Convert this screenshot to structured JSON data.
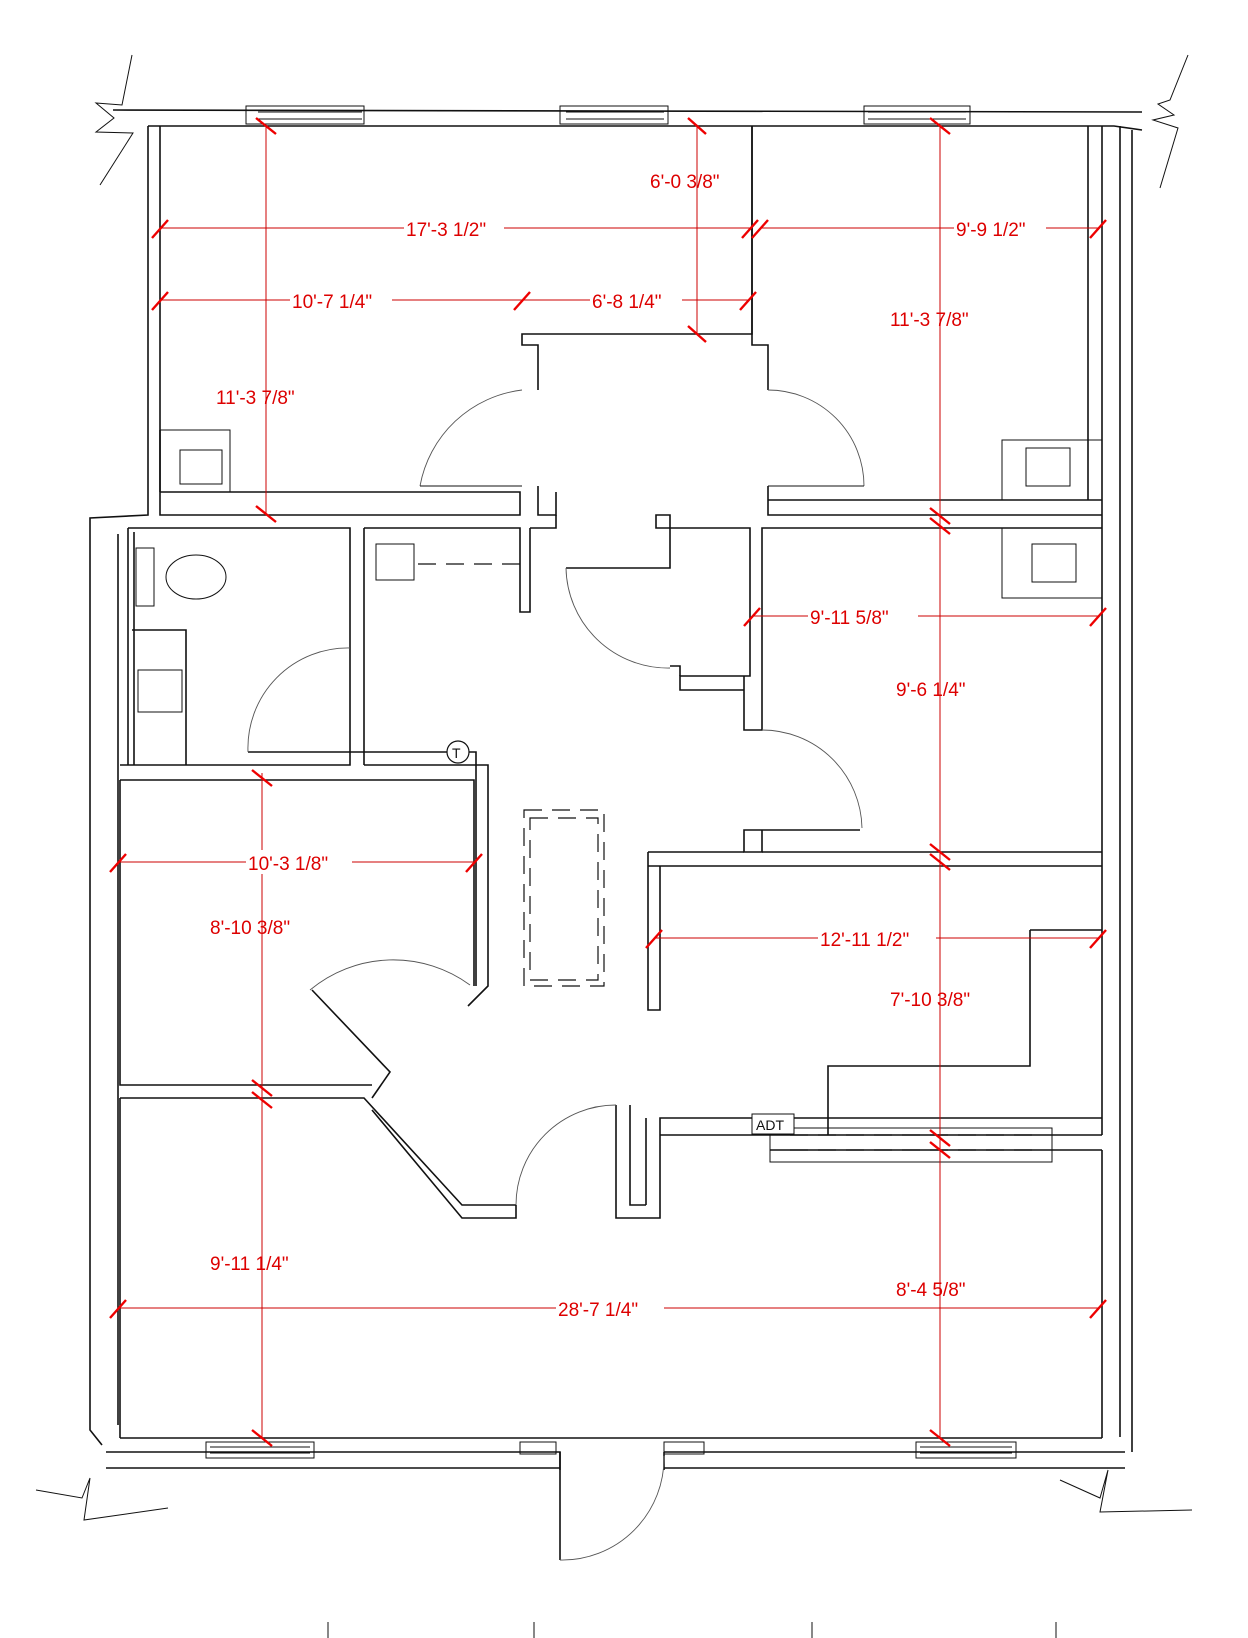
{
  "labels": {
    "thermostat": "T",
    "adt_panel": "ADT"
  },
  "colors": {
    "dimension": "#dd0000",
    "wall": "#111111"
  },
  "dimensions": [
    {
      "id": "dim-17-3-1-2",
      "text": "17'-3 1/2\""
    },
    {
      "id": "dim-9-9-1-2",
      "text": "9'-9 1/2\""
    },
    {
      "id": "dim-6-0-3-8",
      "text": "6'-0 3/8\""
    },
    {
      "id": "dim-10-7-1-4",
      "text": "10'-7 1/4\""
    },
    {
      "id": "dim-6-8-1-4",
      "text": "6'-8 1/4\""
    },
    {
      "id": "dim-11-3-7-8-a",
      "text": "11'-3 7/8\""
    },
    {
      "id": "dim-11-3-7-8-b",
      "text": "11'-3 7/8\""
    },
    {
      "id": "dim-9-11-5-8",
      "text": "9'-11 5/8\""
    },
    {
      "id": "dim-9-6-1-4",
      "text": "9'-6 1/4\""
    },
    {
      "id": "dim-10-3-1-8",
      "text": "10'-3 1/8\""
    },
    {
      "id": "dim-8-10-3-8",
      "text": "8'-10 3/8\""
    },
    {
      "id": "dim-12-11-1-2",
      "text": "12'-11 1/2\""
    },
    {
      "id": "dim-7-10-3-8",
      "text": "7'-10 3/8\""
    },
    {
      "id": "dim-9-11-1-4",
      "text": "9'-11 1/4\""
    },
    {
      "id": "dim-28-7-1-4",
      "text": "28'-7 1/4\""
    },
    {
      "id": "dim-8-4-5-8",
      "text": "8'-4 5/8\""
    }
  ]
}
